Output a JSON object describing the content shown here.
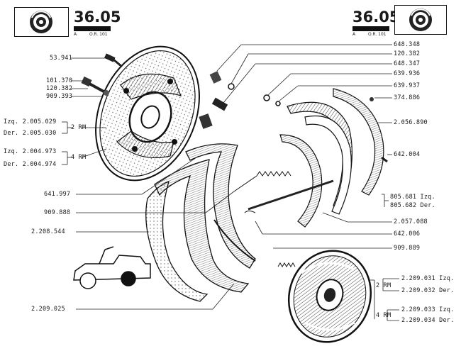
{
  "header_left": {
    "plate_number": "36.05",
    "ref_prefix": "A",
    "ref_code": "O.R. 101"
  },
  "header_right": {
    "plate_number": "36.05",
    "ref_prefix": "A",
    "ref_code": "O.R. 101"
  },
  "icons": {
    "drum_brake_icon": "drum-brake-icon",
    "jeep_icon": "jeep-icon"
  },
  "callouts_left": {
    "c1": "53.941",
    "c2": "101.370",
    "c3": "120.382",
    "c4": "909.393",
    "c5": "Izq. 2.005.029",
    "c6": "Der. 2.005.030",
    "c7": "Izq. 2.004.973",
    "c8": "Der. 2.004.974",
    "c9": "641.997",
    "c10": "909.888",
    "c11": "2.208.544",
    "c12": "2.209.025",
    "rm2": "2 RM",
    "rm4": "4 RM"
  },
  "callouts_right": {
    "r1": "648.348",
    "r2": "120.382",
    "r3": "648.347",
    "r4": "639.936",
    "r5": "639.937",
    "r6": "374.886",
    "r7": "2.056.890",
    "r8": "642.004",
    "r9": "805.681 Izq.",
    "r10": "805.682 Der.",
    "r11": "2.057.088",
    "r12": "642.006",
    "r13": "909.889",
    "r14": "2.209.031 Izq.",
    "r15": "2.209.032 Der.",
    "r16": "2.209.033 Izq.",
    "r17": "2.209.034 Der.",
    "rm2": "2 RM",
    "rm4": "4 RM"
  }
}
